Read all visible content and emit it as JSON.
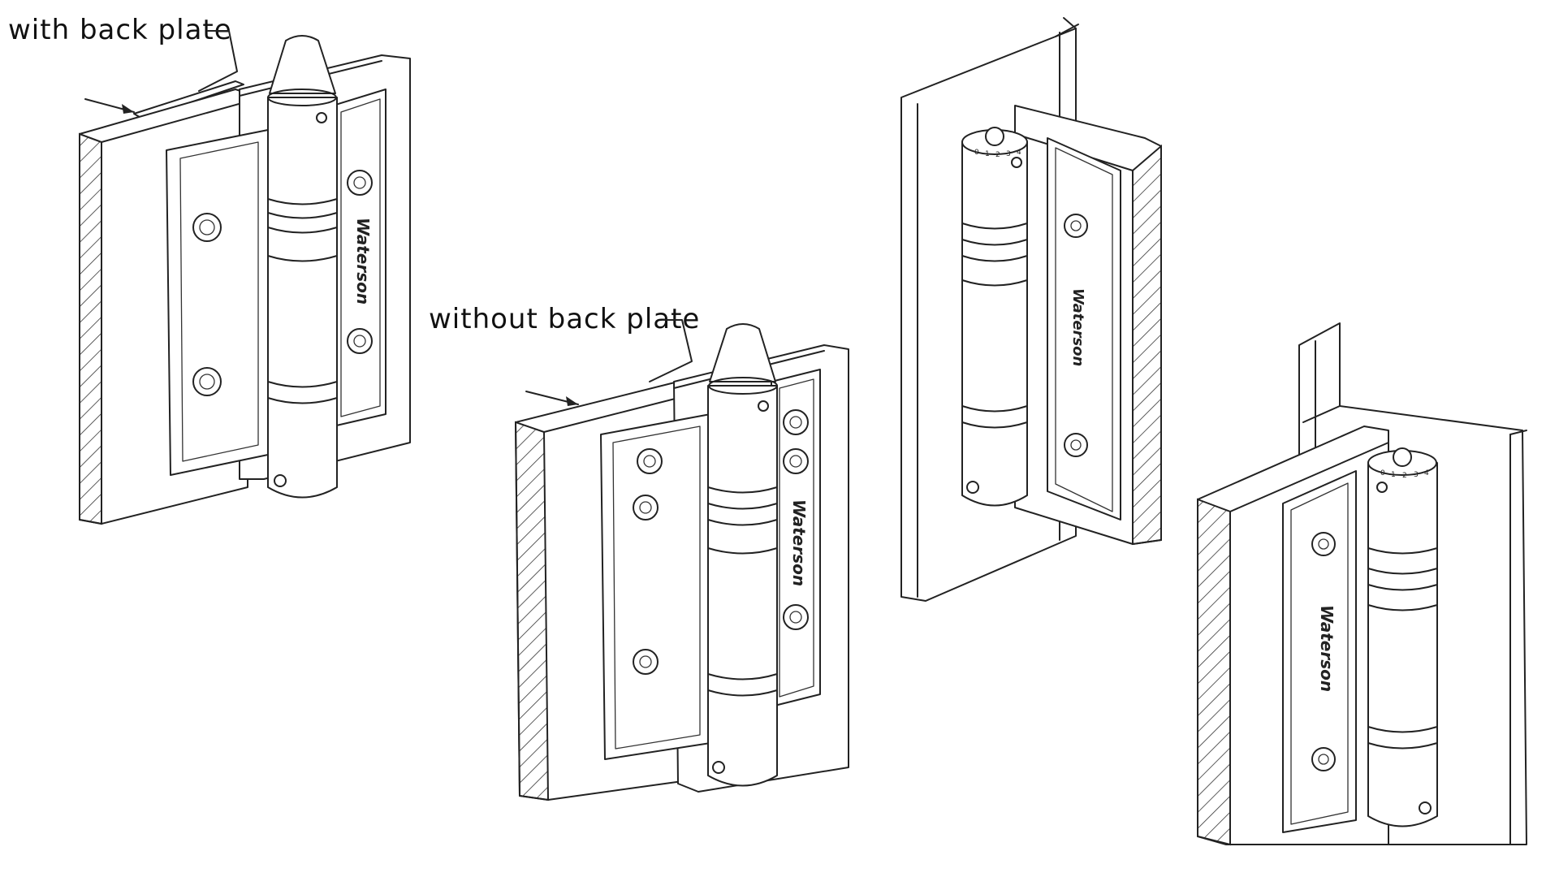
{
  "callouts": {
    "with_back_plate": "with back plate",
    "without_back_plate": "without back plate"
  },
  "brand": {
    "logo_text": "Waterson"
  },
  "dial": {
    "numbers": [
      "0",
      "1",
      "2",
      "3",
      "4"
    ]
  },
  "colors": {
    "line": "#222222",
    "background": "#ffffff",
    "hatch": "#333333"
  }
}
